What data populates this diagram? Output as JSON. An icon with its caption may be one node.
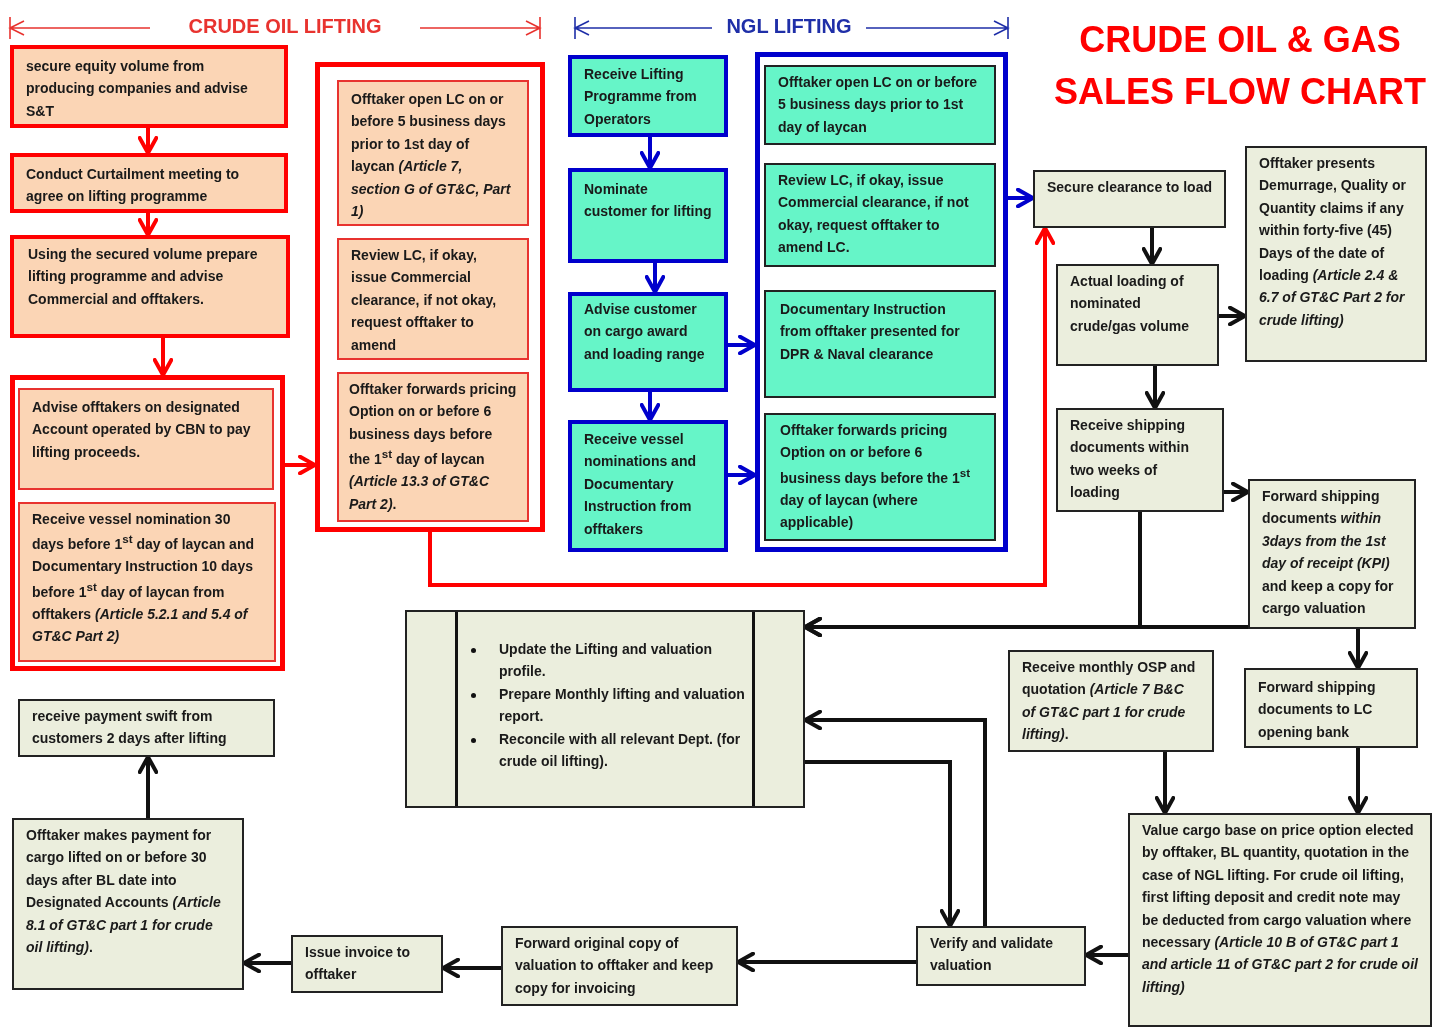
{
  "diagram": {
    "title": "CRUDE OIL & GAS SALES FLOW CHART",
    "nodes": [
      {
        "text": [
          "secure equity volume from producing companies and advise S&T"
        ]
      },
      {
        "text": [
          "Conduct Curtailment meeting to agree on lifting programme"
        ]
      },
      {
        "text": [
          "Using the secured volume prepare lifting programme and advise Commercial and offtakers."
        ]
      },
      {
        "text": [],
        "shape": "box"
      },
      {
        "text": [
          "Advise offtakers on designated Account operated by CBN to pay lifting proceeds."
        ],
        "in": 3
      },
      {
        "text": [
          "Receive vessel nomination 30 days before 1$^{st}$ day of laycan and Documentary Instruction 10 days before 1$^{st}$ day of laycan from offtakers *(Article 5.2.1 and 5.4 of GT&C Part 2)*"
        ],
        "in": 3
      },
      {
        "text": [],
        "shape": "box"
      },
      {
        "text": [
          "Offtaker open LC on or before 5 business days prior to 1st day of laycan *(Article 7, section G of GT&C, Part 1)*"
        ],
        "in": 6
      },
      {
        "text": [
          "Review LC, if okay, issue Commercial clearance, if not okay, request offtaker to amend"
        ],
        "in": 6
      },
      {
        "text": [
          "Offtaker forwards pricing Option on or before 6 business days before the 1$^{st}$ day of laycan *(Article 13.3 of GT&C Part 2)*."
        ],
        "in": 6
      },
      {
        "text": [
          "Receive Lifting Programme from Operators"
        ]
      },
      {
        "text": [
          "Nominate customer for lifting"
        ]
      },
      {
        "text": [
          "Advise customer on cargo award and loading range"
        ]
      },
      {
        "text": [
          "Receive vessel nominations and Documentary Instruction from offtakers"
        ]
      },
      {
        "text": [],
        "shape": "box"
      },
      {
        "text": [
          "Offtaker open LC on or before 5 business days prior to 1st day of laycan"
        ],
        "in": 14
      },
      {
        "text": [
          "Review LC, if okay, issue Commercial clearance, if not okay, request offtaker to amend LC."
        ],
        "in": 14
      },
      {
        "text": [
          "Documentary Instruction from offtaker presented for DPR & Naval clearance"
        ],
        "in": 14
      },
      {
        "text": [
          "Offtaker forwards pricing Option on or before 6 business days before the 1$^{st}$ day of laycan (where applicable)"
        ],
        "in": 14
      },
      {
        "text": [
          "Secure clearance to load"
        ]
      },
      {
        "text": [
          "Actual loading of nominated crude/gas volume"
        ]
      },
      {
        "text": [
          "Offtaker presents Demurrage, Quality or Quantity claims if any within forty-five (45) Days of the date of loading *(Article 2.4 & 6.7 of GT&C Part 2 for crude lifting)*"
        ]
      },
      {
        "text": [
          "Receive shipping documents within two weeks of loading"
        ]
      },
      {
        "text": [
          "Forward shipping documents *within 3days from the 1st day of receipt (KPI)* and keep a copy for cargo valuation"
        ]
      },
      {
        "text": [
          "Update the Lifting and valuation profile.",
          "Prepare Monthly lifting and valuation report.",
          "Reconcile with all relevant Dept. (for crude oil lifting)."
        ]
      },
      {
        "text": [
          "Receive monthly OSP and quotation *(Article 7 B&C of GT&C part 1 for crude lifting)*."
        ]
      },
      {
        "text": [
          "Forward shipping documents to LC opening bank"
        ]
      },
      {
        "text": [
          "Value cargo base on price option elected by offtaker, BL quantity, quotation in the case of NGL lifting. For crude oil lifting, first lifting deposit and credit note may be deducted from cargo valuation where necessary *(Article 10 B of GT&C part 1 and article 11 of GT&C part 2 for crude oil lifting)*"
        ]
      },
      {
        "text": [
          "Verify and validate valuation"
        ]
      },
      {
        "text": [
          "Forward original copy of valuation to offtaker and keep copy for invoicing"
        ]
      },
      {
        "text": [
          "Issue invoice to offtaker"
        ]
      },
      {
        "text": [
          "Offtaker makes payment for cargo lifted on or before 30 days after BL date into Designated Accounts *(Article 8.1 of GT&C part 1 for crude oil lifting)*."
        ]
      },
      {
        "text": [
          "receive payment swift from customers 2 days after lifting"
        ]
      }
    ],
    "edges": [
      {
        "from": 0,
        "to": 1,
        "arrow": "to",
        "color": "#ff0000"
      },
      {
        "from": 1,
        "to": 2,
        "arrow": "to",
        "color": "#ff0000"
      },
      {
        "from": 2,
        "to": 3,
        "arrow": "to",
        "color": "#ff0000"
      },
      {
        "from": 3,
        "to": 6,
        "arrow": "to",
        "color": "#ff0000"
      },
      {
        "from": 6,
        "to": 19,
        "arrow": "to",
        "color": "#ff0000"
      },
      {
        "from": 10,
        "to": 11,
        "arrow": "to",
        "color": "#0000cc"
      },
      {
        "from": 11,
        "to": 12,
        "arrow": "to",
        "color": "#0000cc"
      },
      {
        "from": 12,
        "to": 13,
        "arrow": "to",
        "color": "#0000cc"
      },
      {
        "from": 12,
        "to": 14,
        "arrow": "to",
        "color": "#0000cc"
      },
      {
        "from": 13,
        "to": 14,
        "arrow": "to",
        "color": "#0000cc"
      },
      {
        "from": 14,
        "to": 19,
        "arrow": "to",
        "color": "#0000cc"
      },
      {
        "from": 19,
        "to": 20,
        "arrow": "to"
      },
      {
        "from": 20,
        "to": 21,
        "arrow": "to"
      },
      {
        "from": 20,
        "to": 22,
        "arrow": "to"
      },
      {
        "from": 22,
        "to": 23,
        "arrow": "to"
      },
      {
        "from": 22,
        "to": 24,
        "arrow": "to"
      },
      {
        "from": 23,
        "to": 24,
        "arrow": "to"
      },
      {
        "from": 23,
        "to": 26,
        "arrow": "to"
      },
      {
        "from": 25,
        "to": 27,
        "arrow": "to"
      },
      {
        "from": 26,
        "to": 27,
        "arrow": "to"
      },
      {
        "from": 27,
        "to": 28,
        "arrow": "to"
      },
      {
        "from": 24,
        "to": 28,
        "arrow": "to"
      },
      {
        "from": 28,
        "to": 24,
        "arrow": "to"
      },
      {
        "from": 28,
        "to": 29,
        "arrow": "to"
      },
      {
        "from": 29,
        "to": 30,
        "arrow": "to"
      },
      {
        "from": 30,
        "to": 31,
        "arrow": "to"
      },
      {
        "from": 31,
        "to": 32,
        "arrow": "to"
      }
    ],
    "labels": [
      "CRUDE OIL LIFTING",
      "NGL LIFTING"
    ]
  }
}
